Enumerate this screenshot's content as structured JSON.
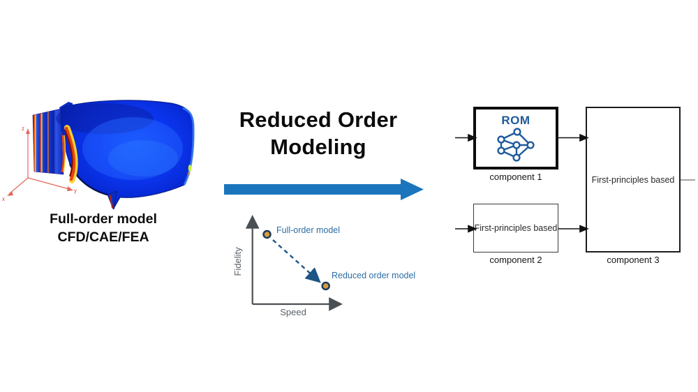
{
  "left_panel": {
    "caption_line1": "Full-order model",
    "caption_line2": "CFD/CAE/FEA",
    "axis_labels": {
      "x": "x",
      "y": "y",
      "z": "z"
    },
    "description": "CFD simulation rendering of a turbomachinery blade, blue body with red/yellow stress bands"
  },
  "center_panel": {
    "title_line1": "Reduced Order",
    "title_line2": "Modeling",
    "arrow_color": "#1b75bc"
  },
  "chart_data": {
    "type": "scatter",
    "title": "",
    "xlabel": "Speed",
    "ylabel": "Fidelity",
    "x_range": [
      0,
      1
    ],
    "y_range": [
      0,
      1
    ],
    "grid": false,
    "points": [
      {
        "label": "Full-order model",
        "x": 0.17,
        "y": 0.83
      },
      {
        "label": "Reduced order model",
        "x": 0.75,
        "y": 0.2
      }
    ],
    "annotation": {
      "type": "dashed-arrow",
      "from": "Full-order model",
      "to": "Reduced order model"
    },
    "colors": {
      "point_fill": "#d89b3a",
      "point_stroke": "#1c3a5c",
      "label_text": "#2d6da3",
      "axis": "#4a4f54",
      "dashed_arrow": "#1d5586"
    }
  },
  "block_diagram": {
    "blocks": [
      {
        "title": "ROM",
        "icon": "neural-network-icon",
        "caption": "component 1"
      },
      {
        "body_text": "First-principles based",
        "caption": "component 2"
      },
      {
        "body_text": "First-principles based",
        "caption": "component 3"
      }
    ],
    "rom_text_color": "#1e5a9c",
    "connector_color": "#111111"
  }
}
